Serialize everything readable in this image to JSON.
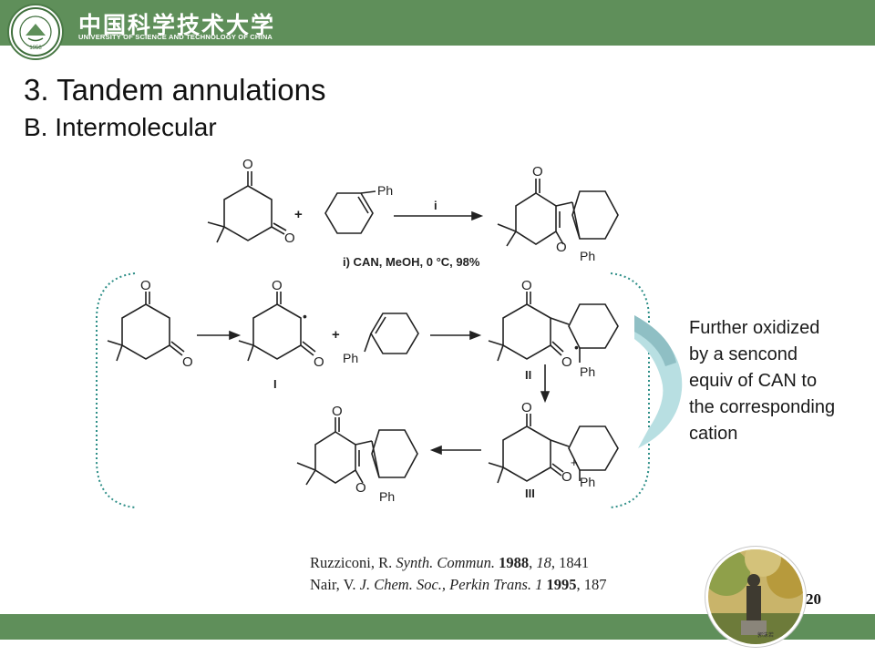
{
  "header": {
    "logo_cn": "中国科学技术大学",
    "logo_en": "UNIVERSITY OF SCIENCE AND TECHNOLOGY OF CHINA",
    "seal_year": "1958",
    "bar_color": "#5f8f5a"
  },
  "title": "3. Tandem annulations",
  "subtitle": "B. Intermolecular",
  "scheme": {
    "reagent_label": "i",
    "conditions": "i) CAN, MeOH, 0 °C, 98%",
    "ph": "Ph",
    "oxygen": "O",
    "plus": "+",
    "radical_dot": "•",
    "intermediate_1": "I",
    "intermediate_2": "II",
    "intermediate_3": "III"
  },
  "note": [
    "Further oxidized",
    "by a sencond",
    "equiv of CAN to",
    "the corresponding",
    "cation"
  ],
  "references": [
    {
      "author": "Ruzziconi, R. ",
      "journal": "Synth. Commun.",
      "year": "1988",
      "volume": "18",
      "page": "1841"
    },
    {
      "author": "Nair, V. ",
      "journal": "J. Chem. Soc., Perkin Trans. 1",
      "year": "1995",
      "page": "187"
    }
  ],
  "page_number": "20",
  "photo_caption": "郭沫若"
}
